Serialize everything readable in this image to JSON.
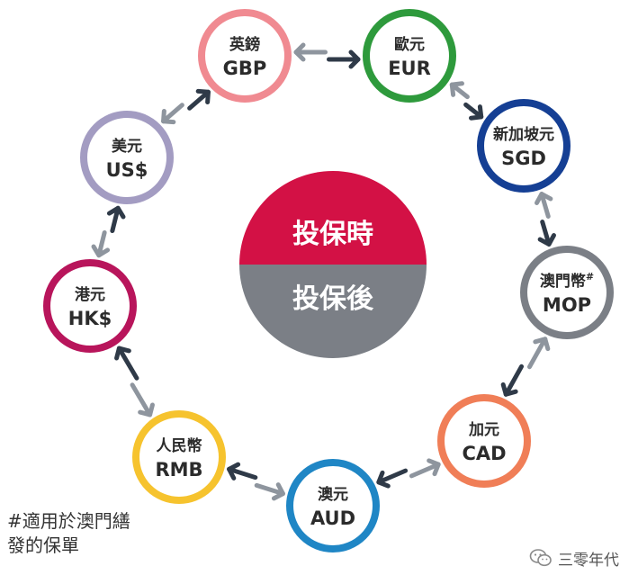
{
  "center": {
    "top_label": "投保時",
    "bottom_label": "投保後",
    "top_color": "#d31145",
    "bottom_color": "#7b7f86"
  },
  "currencies": [
    {
      "zh": "英鎊",
      "code": "GBP",
      "color": "#f08a91"
    },
    {
      "zh": "歐元",
      "code": "EUR",
      "color": "#2e9a3c"
    },
    {
      "zh": "新加坡元",
      "code": "SGD",
      "color": "#153f94"
    },
    {
      "zh": "澳門幣",
      "mark": "#",
      "code": "MOP",
      "color": "#7b7f86"
    },
    {
      "zh": "加元",
      "code": "CAD",
      "color": "#f07e57"
    },
    {
      "zh": "澳元",
      "code": "AUD",
      "color": "#1f86c5"
    },
    {
      "zh": "人民幣",
      "code": "RMB",
      "color": "#f6c32e"
    },
    {
      "zh": "港元",
      "code": "HK$",
      "color": "#b8155b"
    },
    {
      "zh": "美元",
      "code": "US$",
      "color": "#a39cc2"
    }
  ],
  "arrow_colors": {
    "dark": "#2f3a48",
    "light": "#8e959e"
  },
  "footnote": {
    "line1": "#適用於澳門繕",
    "line2": "發的保單"
  },
  "watermark": {
    "text": "三零年代",
    "icon": "wechat-icon"
  }
}
